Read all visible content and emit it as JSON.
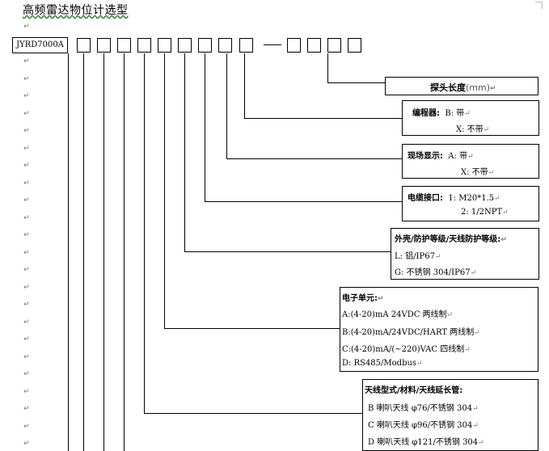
{
  "title": "高频雷达物位计选型",
  "model_prefix": "JYRD7000A",
  "return_mark": "↵",
  "boxes": {
    "probe": {
      "label": "探头长度",
      "unit": "(mm)"
    },
    "encoder": {
      "label": "编程器:",
      "options": [
        "B: 带",
        "X: 不带"
      ]
    },
    "display": {
      "label": "现场显示:",
      "options": [
        "A: 带",
        "X: 不带"
      ]
    },
    "cable": {
      "label": "电缆接口:",
      "options": [
        "1: M20*1.5",
        "2: 1/2NPT"
      ]
    },
    "housing": {
      "label": "外壳/防护等级/天线防护等级:",
      "options": [
        "L: 铝/IP67",
        "G: 不锈钢 304/IP67"
      ]
    },
    "electronics": {
      "label": "电子单元:",
      "options": [
        "A:(4-20)mA 24VDC 两线制",
        "B:(4-20)mA/24VDC/HART 两线制",
        "C:(4-20)mA/(~220)VAC 四线制",
        "D:  RS485/Modbus"
      ]
    },
    "antenna": {
      "label": "天线型式/材料/天线延长管:",
      "options": [
        "B 喇叭天线 φ76/不锈钢 304",
        "C 喇叭天线 φ96/不锈钢 304",
        "D 喇叭天线 φ121/不锈钢 304"
      ]
    }
  }
}
